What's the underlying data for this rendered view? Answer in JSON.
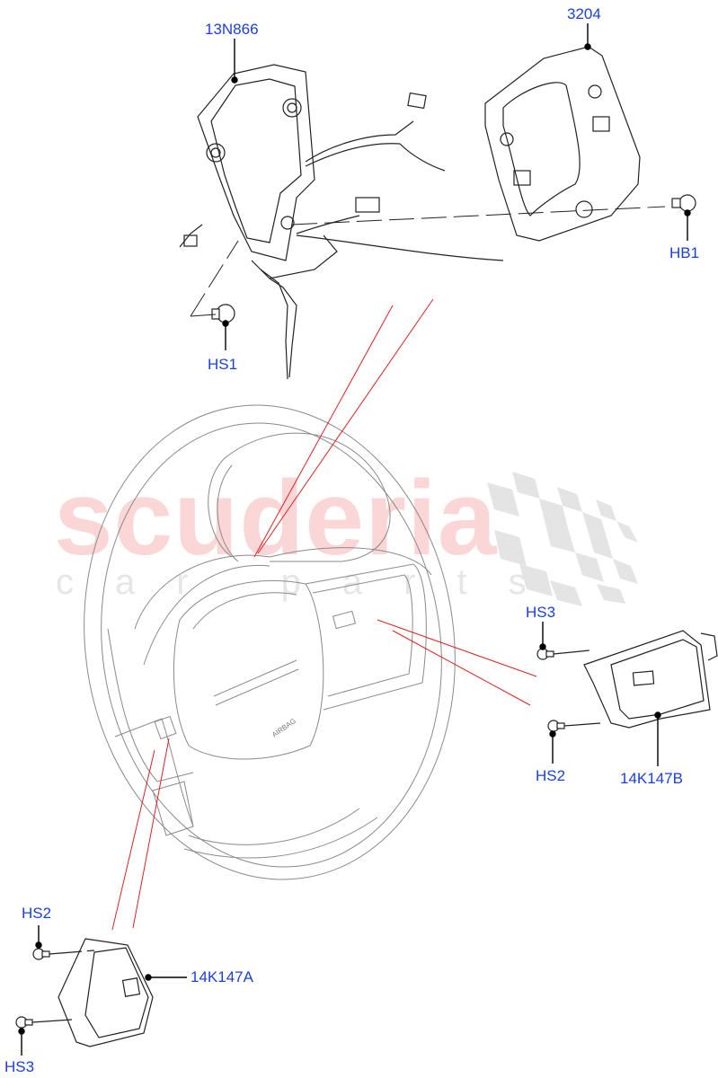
{
  "diagram": {
    "type": "exploded parts diagram",
    "subject": "Steering wheel switches, clockspring and trim",
    "watermark": {
      "brand": "scuderia",
      "tagline": "car parts",
      "brand_color": "#fbd6d6",
      "tagline_color": "#e6e6e6"
    },
    "colors": {
      "callout_text": "#1a3fe0",
      "leader_line": "#000000",
      "explode_line": "#e02020",
      "part_outline": "#222222",
      "wheel_outline": "#8a8a8a"
    },
    "callouts": [
      {
        "id": "13N866",
        "label": "13N866",
        "part": "clockspring / wiring harness"
      },
      {
        "id": "3204",
        "label": "3204",
        "part": "rear trim panel"
      },
      {
        "id": "HB1",
        "label": "HB1",
        "part": "bolt"
      },
      {
        "id": "HS1",
        "label": "HS1",
        "part": "screw"
      },
      {
        "id": "HS3_right",
        "label": "HS3",
        "part": "screw"
      },
      {
        "id": "HS2_right",
        "label": "HS2",
        "part": "screw"
      },
      {
        "id": "14K147B",
        "label": "14K147B",
        "part": "right switch module"
      },
      {
        "id": "HS2_left",
        "label": "HS2",
        "part": "screw"
      },
      {
        "id": "14K147A",
        "label": "14K147A",
        "part": "left switch module"
      },
      {
        "id": "HS3_left",
        "label": "HS3",
        "part": "screw"
      }
    ],
    "wheel_marking": {
      "text": "AIRBAG"
    }
  }
}
